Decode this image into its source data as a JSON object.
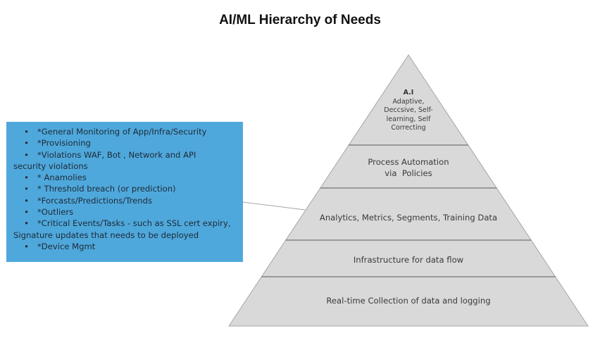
{
  "title": "AI/ML Hierarchy of Needs",
  "colors": {
    "pyramid_fill": "#d9d9d9",
    "pyramid_stroke": "#a6a6a6",
    "divider": "#595959",
    "note_box": "#4fa8dc",
    "note_text": "#1d2a36",
    "connector": "#a6a6a6"
  },
  "pyramid": {
    "layers": [
      {
        "heading": "A.I",
        "lines": [
          "Adaptive,",
          "Deccsive, Self-",
          "learning, Self",
          "Correcting"
        ]
      },
      {
        "lines": [
          "Process Automation",
          "via  Policies"
        ]
      },
      {
        "lines": [
          "Analytics, Metrics, Segments, Training Data"
        ]
      },
      {
        "lines": [
          "Infrastructure for data flow"
        ]
      },
      {
        "lines": [
          "Real-time Collection of data and logging"
        ]
      }
    ]
  },
  "note": {
    "bullet": "•",
    "items": [
      {
        "text": "*General Monitoring of App/Infra/Security"
      },
      {
        "text": "*Provisioning"
      },
      {
        "text": "*Violations WAF, Bot , Network and API",
        "continuation": "security violations"
      },
      {
        "text": "* Anamolies"
      },
      {
        "text": "* Threshold breach (or prediction)"
      },
      {
        "text": "*Forcasts/Predictions/Trends"
      },
      {
        "text": "*Outliers"
      },
      {
        "text": "*Critical Events/Tasks - such as SSL cert expiry,",
        "continuation": "Signature updates that needs to be deployed"
      },
      {
        "text": "*Device Mgmt"
      }
    ]
  }
}
